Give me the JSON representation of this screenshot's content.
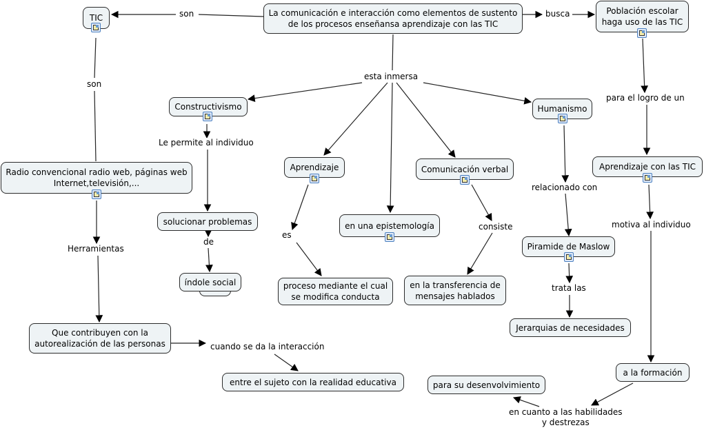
{
  "map": {
    "nodes": {
      "main": "La comunicación e interacción como elementos de sustento|de los procesos enseñansa aprendizaje con las TIC",
      "tic": "TIC",
      "poblacion": "Población escolar|haga uso de las TIC",
      "radio": "Radio convencional radio web, páginas web|Internet,televisión,...",
      "constructivismo": "Constructivismo",
      "solucionar": "solucionar problemas",
      "indole": "índole social",
      "aprendizaje": "Aprendizaje",
      "proceso": "proceso mediante el cual|se modifica conducta",
      "epistemologia": "en una epistemología",
      "comunicacion": "Comunicación verbal",
      "transferencia": "en la transferencia de|mensajes hablados",
      "humanismo": "Humanismo",
      "maslow": "Piramide de Maslow",
      "jerarquias": "Jerarquias de necesidades",
      "aprendizaje_tic": "Aprendizaje con las TIC",
      "formacion": "a la formación",
      "desenvolvimiento": "para su desenvolvimiento",
      "contribuyen": "Que contribuyen con la|autorealización de las personas",
      "sujeto": "entre el sujeto con la realidad educativa"
    },
    "links": {
      "son_top": "son",
      "son_side": "son",
      "busca": "busca",
      "esta_inmersa": "esta inmersa",
      "le_permite": "Le permite al individuo",
      "de": "de",
      "es": "es",
      "consiste": "consiste",
      "relacionado": "relacionado con",
      "trata": "trata las",
      "para_logro": "para el logro de un",
      "motiva": "motiva al individuo",
      "en_cuanto": "en cuanto a las habilidades|y destrezas",
      "herramientas": "Herramientas",
      "cuando": "cuando se da la interacción"
    },
    "resource_icon": "resource-document-image-icon"
  }
}
